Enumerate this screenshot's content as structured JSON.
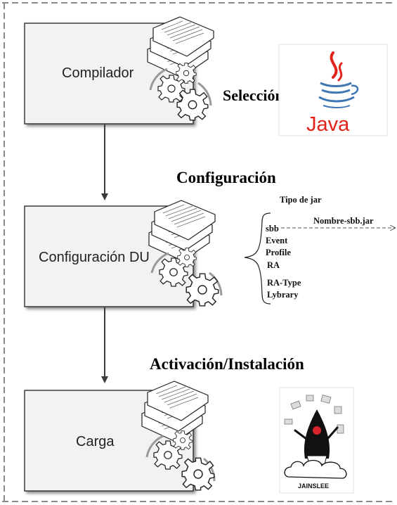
{
  "steps": {
    "compilador": "Compilador",
    "configuracion_du": "Configuración DU",
    "carga": "Carga"
  },
  "headings": {
    "seleccion": "Selección",
    "configuracion": "Configuración",
    "activacion": "Activación/Instalación"
  },
  "jar": {
    "tipo_label": "Tipo de jar",
    "file_name": "Nombre-sbb.jar",
    "types": [
      "sbb",
      "Event",
      "Profile",
      "RA",
      "RA-Type",
      "Lybrary"
    ]
  },
  "logos": {
    "java": "Java",
    "jainslee": "JAINSLEE"
  },
  "colors": {
    "box_fill": "#f2f2f2",
    "border_dash": "#8a8a8a",
    "arrow": "#3a3a3a",
    "java_red": "#e2231a",
    "java_blue": "#3f77b5",
    "duke_red": "#d8232a"
  }
}
